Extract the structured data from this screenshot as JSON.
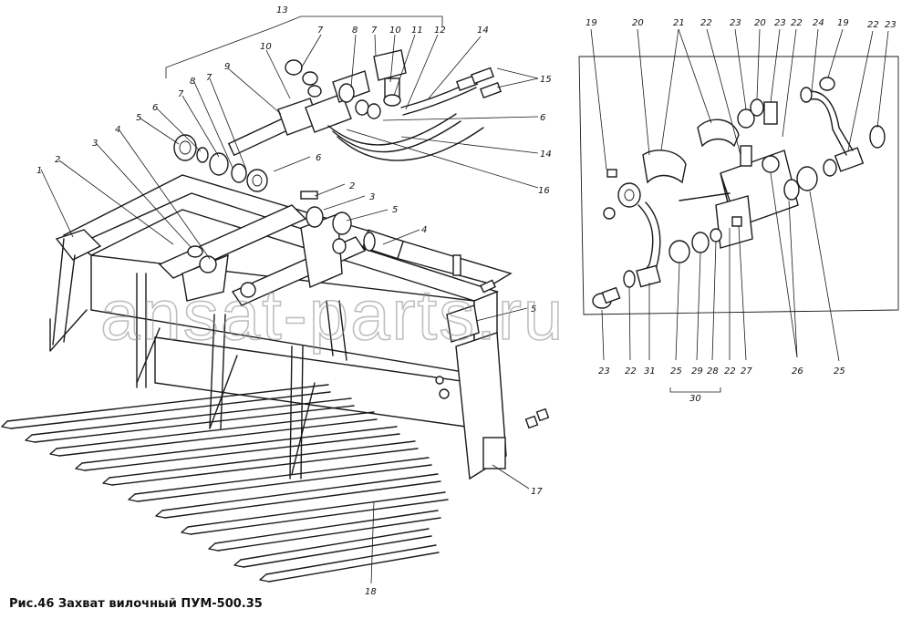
{
  "caption": "Рис.46  Захват вилочный ПУМ-500.35",
  "watermark": "ansat-parts.ru",
  "callouts": {
    "n1": "1",
    "n2": "2",
    "n2b": "2",
    "n3": "3",
    "n3b": "3",
    "n4": "4",
    "n4b": "4",
    "n5": "5",
    "n5b": "5",
    "n5c": "5",
    "n6": "6",
    "n6b": "6",
    "n6c": "6",
    "n7": "7",
    "n7b": "7",
    "n7c": "7",
    "n8": "8",
    "n8b": "8",
    "n9": "9",
    "n10": "10",
    "n10b": "10",
    "n11": "11",
    "n12": "12",
    "n13": "13",
    "n14": "14",
    "n14b": "14",
    "n15": "15",
    "n16": "16",
    "n17": "17",
    "n18": "18",
    "n19": "19",
    "n19b": "19",
    "n20": "20",
    "n20b": "20",
    "n21": "21",
    "n22a": "22",
    "n22b": "22",
    "n22c": "22",
    "n22d": "22",
    "n22e": "22",
    "n23a": "23",
    "n23b": "23",
    "n23c": "23",
    "n23d": "23",
    "n24": "24",
    "n25a": "25",
    "n25b": "25",
    "n26": "26",
    "n27": "27",
    "n28": "28",
    "n29": "29",
    "n30": "30",
    "n31": "31"
  }
}
